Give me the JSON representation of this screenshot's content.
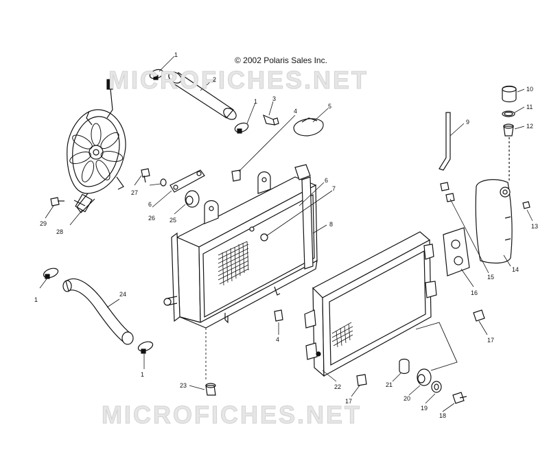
{
  "diagram": {
    "copyright": "© 2002 Polaris Sales Inc.",
    "watermark_top": "MICROFICHES.NET",
    "watermark_bottom": "MICROFICHES.NET",
    "callouts": {
      "c1a": "1",
      "c1b": "1",
      "c1c": "1",
      "c1d": "1",
      "c2": "2",
      "c3": "3",
      "c4a": "4",
      "c4b": "4",
      "c5": "5",
      "c6a": "6",
      "c6b": "6",
      "c7": "7",
      "c8": "8",
      "c9": "9",
      "c10": "10",
      "c11": "11",
      "c12": "12",
      "c13": "13",
      "c14": "14",
      "c15": "15",
      "c16": "16",
      "c17a": "17",
      "c17b": "17",
      "c18": "18",
      "c19": "19",
      "c20": "20",
      "c21": "21",
      "c22": "22",
      "c23": "23",
      "c24": "24",
      "c25": "25",
      "c26": "26",
      "c27": "27",
      "c28": "28",
      "c29": "29"
    }
  }
}
